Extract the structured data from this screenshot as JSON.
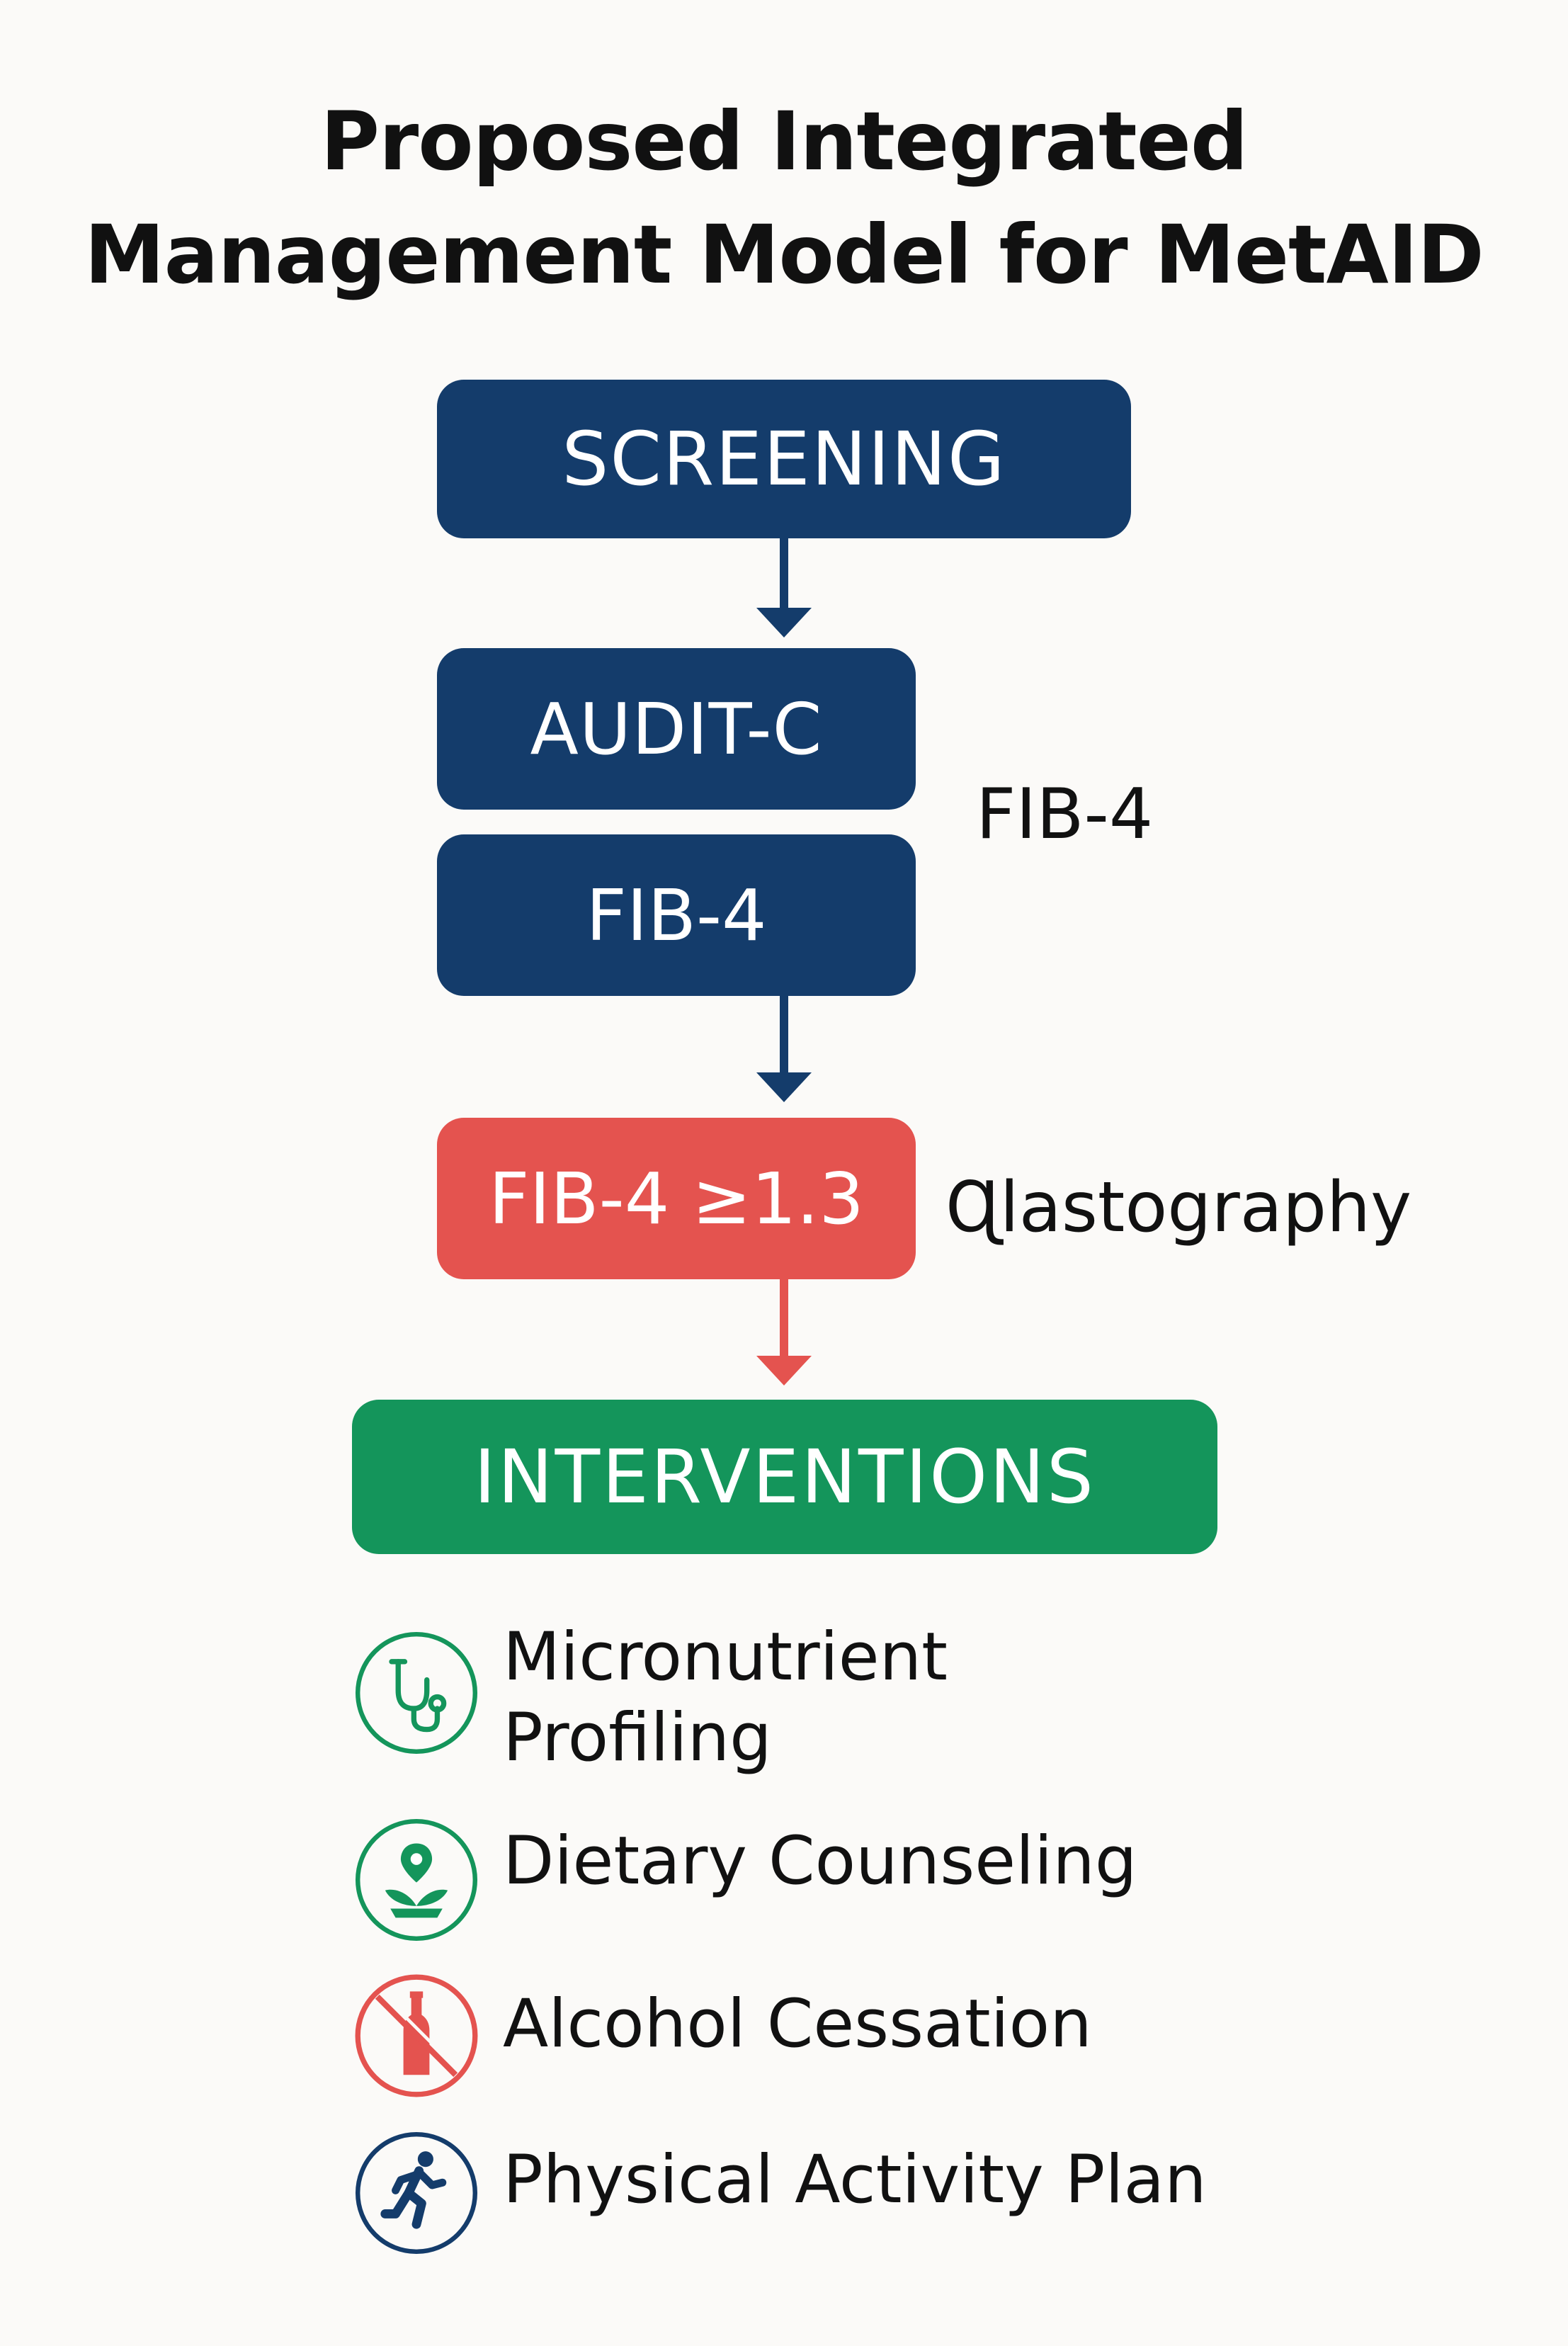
{
  "title": {
    "line1": "Proposed Integrated",
    "line2": "Management Model for MetAID"
  },
  "flow": {
    "screening": "SCREENING",
    "audit_c": "AUDIT-C",
    "fib4": "FIB-4",
    "fib4_threshold": "FIB-4 ≥1.3",
    "interventions": "INTERVENTIONS"
  },
  "side_labels": {
    "fib4": "FIB-4",
    "elastography": "Ɋlastography"
  },
  "interventions": {
    "micronutrient_line1": "Micronutrient",
    "micronutrient_line2": "Profiling",
    "dietary": "Dietary Counseling",
    "alcohol": "Alcohol Cessation",
    "activity": "Physical Activity Plan"
  },
  "icons": {
    "micronutrient": "stethoscope-icon",
    "dietary": "plant-icon",
    "alcohol": "no-alcohol-icon",
    "activity": "runner-icon"
  },
  "colors": {
    "navy": "#143c6b",
    "red": "#e4534f",
    "green": "#14955b",
    "background": "#fbfaf8"
  }
}
